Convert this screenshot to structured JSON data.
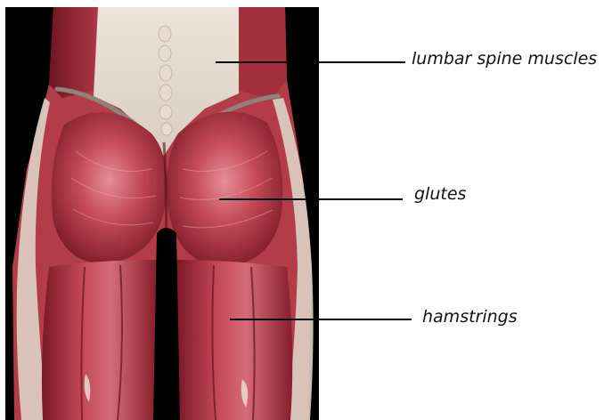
{
  "labels": {
    "lumbar": "lumbar spine muscles",
    "glutes": "glutes",
    "hamstrings": "hamstrings"
  },
  "colors": {
    "background": "#ffffff",
    "backdrop": "#000000",
    "muscle_dark": "#8e1f2c",
    "muscle_mid": "#b83a47",
    "muscle_light": "#d8737c",
    "fascia": "#e6ddd3",
    "leader_line": "#000000"
  }
}
